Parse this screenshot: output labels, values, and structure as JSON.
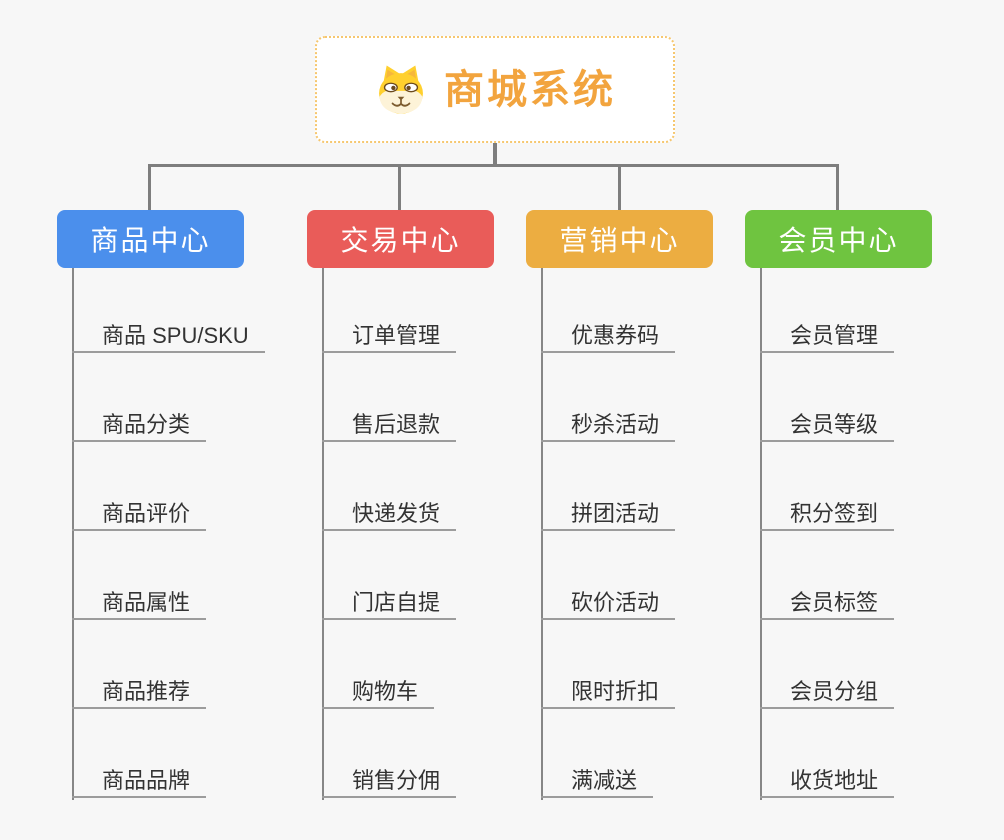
{
  "root": {
    "title": "商城系统",
    "icon": "doge-icon"
  },
  "colors": {
    "background": "#f7f7f7",
    "root_border": "#f6c76f",
    "root_title": "#f2a43e",
    "connector_gray": "#7e7e7e",
    "underline_gray": "#9c9c9c",
    "child_text": "#333333",
    "branch_product": "#4b8fec",
    "branch_trade": "#e95c59",
    "branch_marketing": "#ecad41",
    "branch_member": "#6fc440"
  },
  "branches": [
    {
      "label": "商品中心",
      "color": "#4b8fec",
      "items": [
        "商品 SPU/SKU",
        "商品分类",
        "商品评价",
        "商品属性",
        "商品推荐",
        "商品品牌"
      ]
    },
    {
      "label": "交易中心",
      "color": "#e95c59",
      "items": [
        "订单管理",
        "售后退款",
        "快递发货",
        "门店自提",
        "购物车",
        "销售分佣"
      ]
    },
    {
      "label": "营销中心",
      "color": "#ecad41",
      "items": [
        "优惠券码",
        "秒杀活动",
        "拼团活动",
        "砍价活动",
        "限时折扣",
        "满减送"
      ]
    },
    {
      "label": "会员中心",
      "color": "#6fc440",
      "items": [
        "会员管理",
        "会员等级",
        "积分签到",
        "会员标签",
        "会员分组",
        "收货地址"
      ]
    }
  ]
}
